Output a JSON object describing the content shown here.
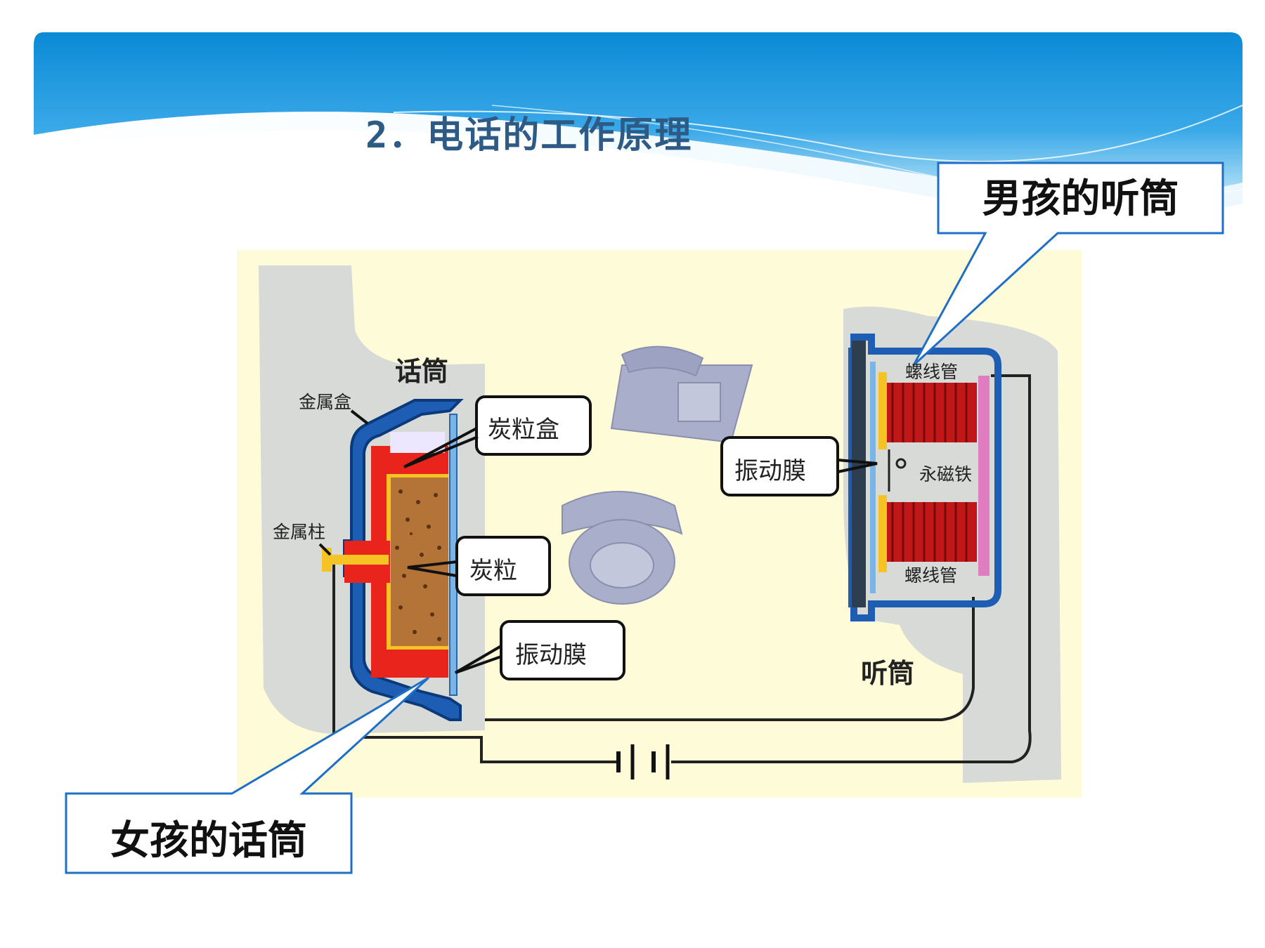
{
  "slide": {
    "title": "2．电话的工作原理",
    "colors": {
      "header_top": "#0d8fd8",
      "header_bottom": "#a8dcf5",
      "title": "#2e5b86",
      "callout_border": "#1f6fc4",
      "diagram_bg": "#fdfbd8"
    }
  },
  "callouts": {
    "boy_earpiece": "男孩的听筒",
    "girl_mouthpiece": "女孩的话筒"
  },
  "diagram": {
    "mouthpiece": {
      "title": "话筒",
      "metal_box": "金属盒",
      "metal_post": "金属柱",
      "carbon_box": "炭粒盒",
      "carbon_granules": "炭粒",
      "diaphragm": "振动膜"
    },
    "earpiece": {
      "title": "听筒",
      "solenoid_top": "螺线管",
      "solenoid_bottom": "螺线管",
      "permanent_magnet": "永磁铁",
      "diaphragm": "振动膜"
    }
  }
}
